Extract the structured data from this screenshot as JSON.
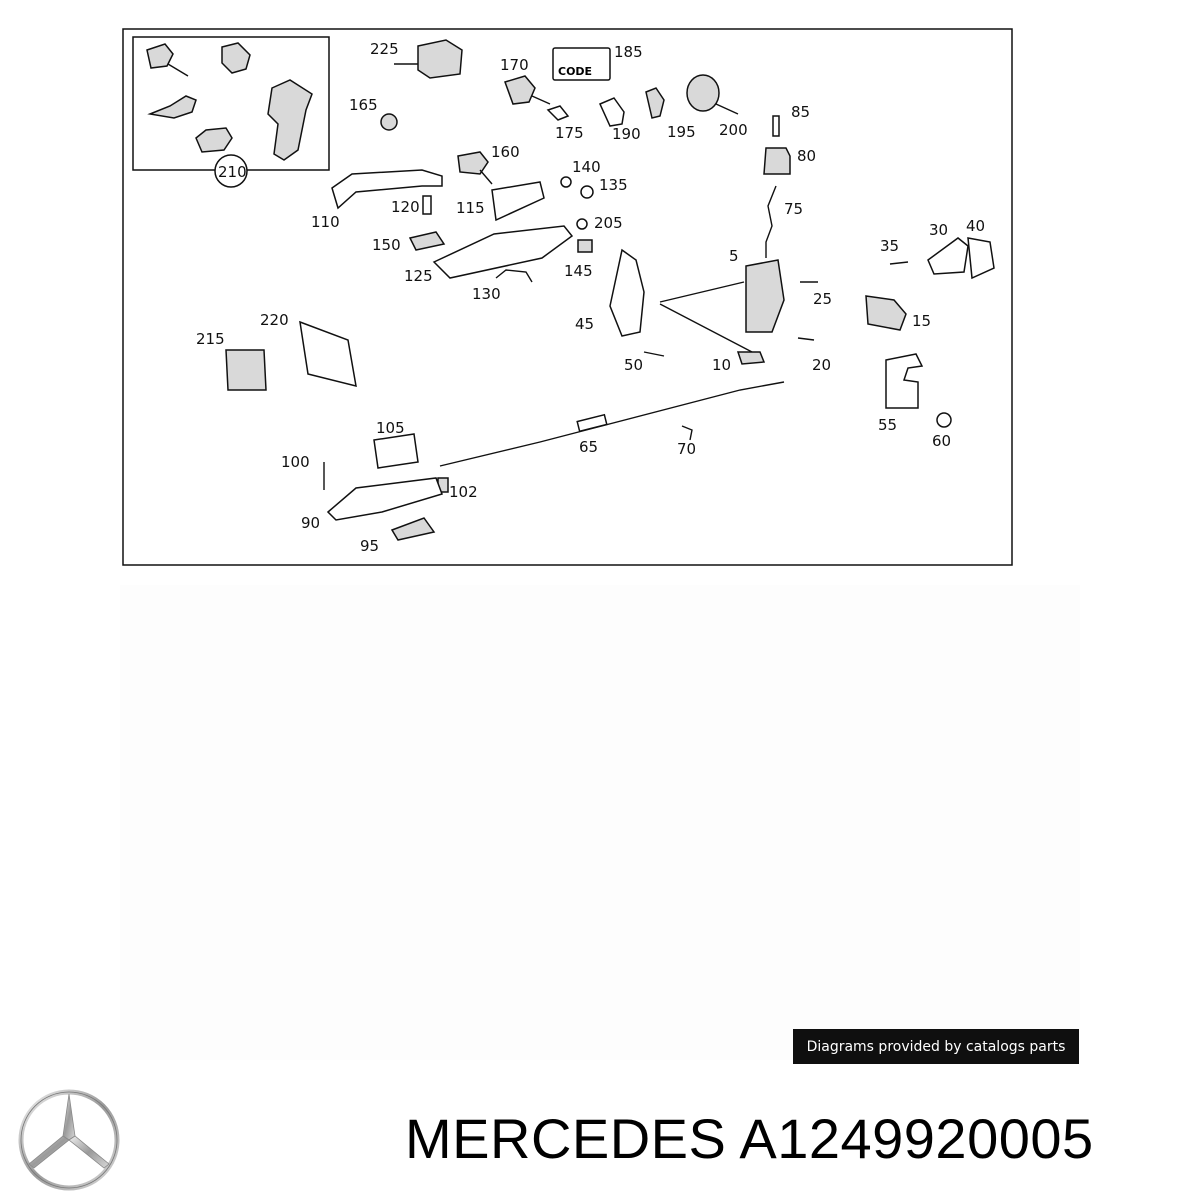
{
  "diagram": {
    "callouts": [
      "225",
      "185",
      "170",
      "165",
      "175",
      "190",
      "195",
      "200",
      "85",
      "80",
      "160",
      "140",
      "135",
      "210",
      "110",
      "120",
      "115",
      "205",
      "75",
      "150",
      "125",
      "145",
      "5",
      "35",
      "30",
      "40",
      "130",
      "25",
      "45",
      "15",
      "220",
      "215",
      "50",
      "10",
      "20",
      "55",
      "60",
      "105",
      "65",
      "70",
      "100",
      "102",
      "90",
      "95"
    ],
    "code_tag": "CODE"
  },
  "credit": "Diagrams provided by catalogs parts",
  "brand_title": "MERCEDES A1249920005",
  "logo_icon": "mercedes-star-icon",
  "colors": {
    "credit_bg": "#0f0f0f",
    "frame": "#111111"
  }
}
